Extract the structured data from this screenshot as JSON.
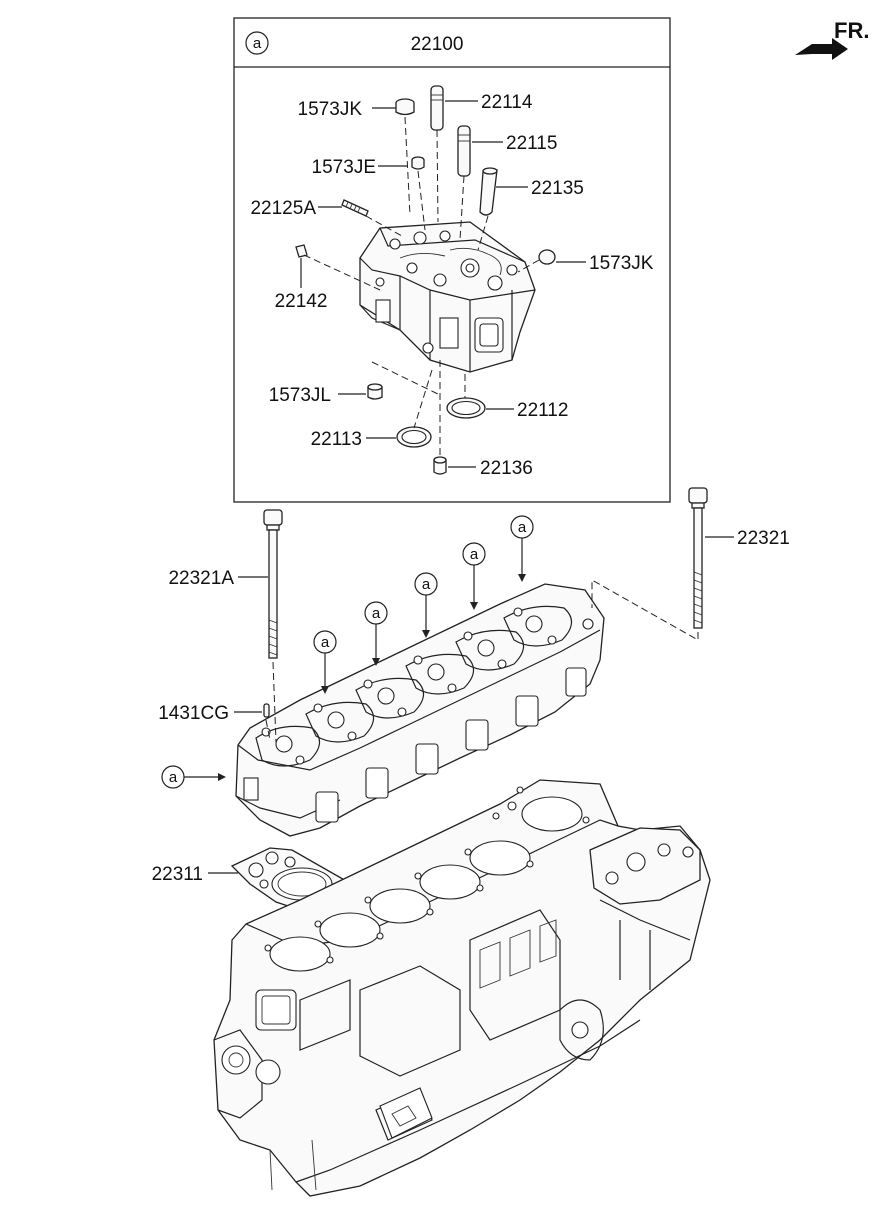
{
  "inset": {
    "ref_symbol": "a",
    "part_number": "22100"
  },
  "orientation": {
    "label": "FR."
  },
  "callouts": {
    "c_1573JK_top": "1573JK",
    "c_22114": "22114",
    "c_22115": "22115",
    "c_1573JE": "1573JE",
    "c_22135": "22135",
    "c_22125A": "22125A",
    "c_1573JK_right": "1573JK",
    "c_22142": "22142",
    "c_1573JL": "1573JL",
    "c_22112": "22112",
    "c_22113": "22113",
    "c_22136": "22136",
    "c_22321": "22321",
    "c_22321A": "22321A",
    "c_1431CG": "1431CG",
    "c_22311": "22311"
  },
  "ref_markers": [
    "a",
    "a",
    "a",
    "a",
    "a",
    "a",
    "a"
  ]
}
